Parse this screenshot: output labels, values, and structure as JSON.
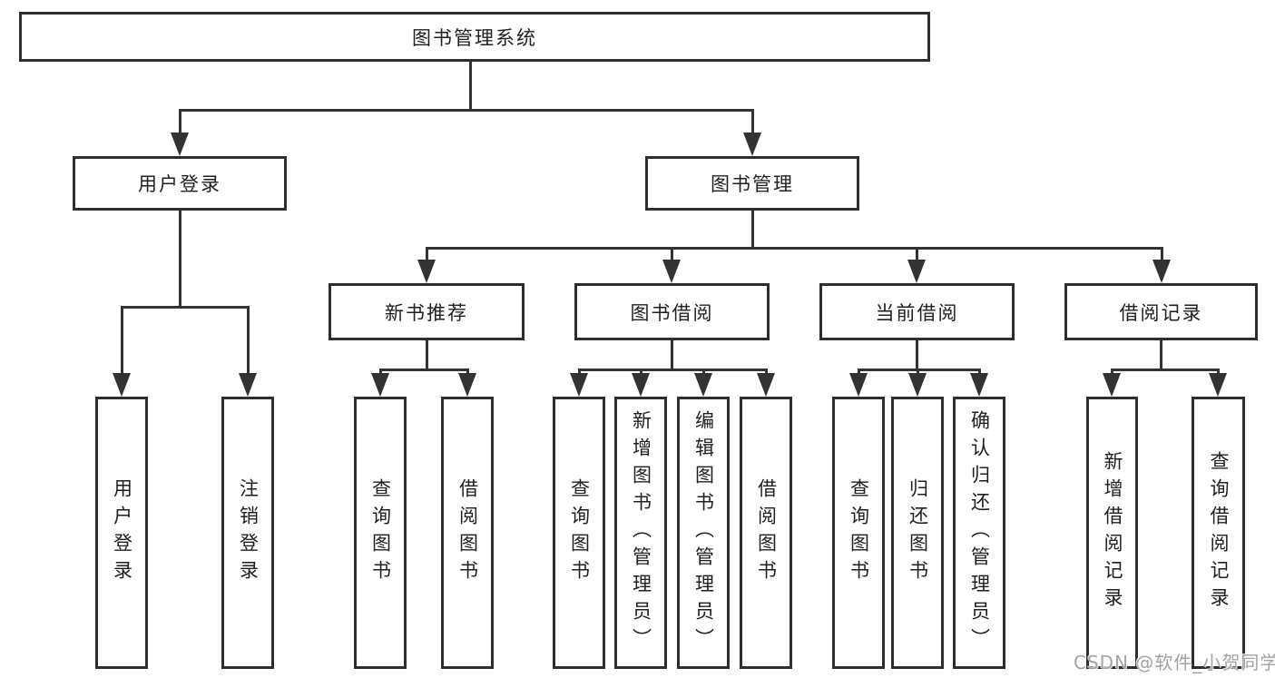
{
  "diagram": {
    "title": "图书管理系统",
    "root": {
      "label": "图书管理系统"
    },
    "branches": {
      "user_login": {
        "label": "用户登录"
      },
      "book_mgmt": {
        "label": "图书管理"
      }
    },
    "modules": {
      "new_book_rec": {
        "label": "新书推荐"
      },
      "book_borrow": {
        "label": "图书借阅"
      },
      "current_borrow": {
        "label": "当前借阅"
      },
      "borrow_records": {
        "label": "借阅记录"
      }
    },
    "leaves": {
      "user_login": {
        "label": "用户登录"
      },
      "logout": {
        "label": "注销登录"
      },
      "rec_query_books": {
        "label": "查询图书"
      },
      "rec_borrow_books": {
        "label": "借阅图书"
      },
      "bb_query_books": {
        "label": "查询图书"
      },
      "bb_add_books": {
        "label": "新增图书（管理员）"
      },
      "bb_edit_books": {
        "label": "编辑图书（管理员）"
      },
      "bb_borrow_books": {
        "label": "借阅图书"
      },
      "cb_query_books": {
        "label": "查询图书"
      },
      "cb_return_books": {
        "label": "归还图书"
      },
      "cb_confirm_return": {
        "label": "确认归还（管理员）"
      },
      "br_add_record": {
        "label": "新增借阅记录"
      },
      "br_query_record": {
        "label": "查询借阅记录"
      }
    }
  },
  "colors": {
    "line": "#333333",
    "box_border": "#2e2e2e",
    "text": "#1f1f1f",
    "watermark": "#a3a3a3",
    "background": "#ffffff"
  },
  "watermark": {
    "text": "CSDN @软件_小贺同学"
  }
}
